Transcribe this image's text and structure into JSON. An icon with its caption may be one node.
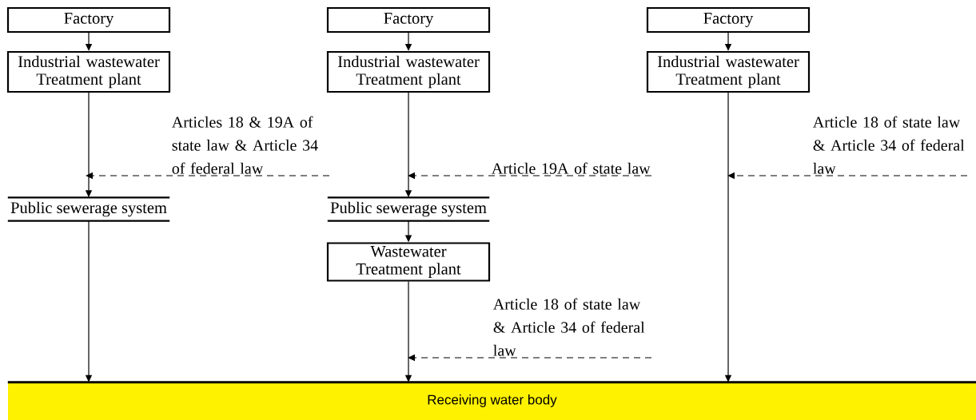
{
  "diagram": {
    "nodes": [
      {
        "text": [
          "Factory"
        ]
      },
      {
        "text": [
          "Industrial wastewater Treatment plant"
        ]
      },
      {
        "text": [
          "Public sewerage system"
        ]
      },
      {
        "text": [
          "Factory"
        ]
      },
      {
        "text": [
          "Industrial wastewater Treatment plant"
        ]
      },
      {
        "text": [
          "Public sewerage system"
        ]
      },
      {
        "text": [
          "Wastewater Treatment plant"
        ]
      },
      {
        "text": [
          "Factory"
        ]
      },
      {
        "text": [
          "Industrial wastewater Treatment plant"
        ]
      },
      {
        "text": [
          "Receiving water body"
        ]
      },
      {
        "text": [
          "Articles 18 & 19A of state law & Article 34 of federal law"
        ]
      },
      {
        "text": [
          "Article 19A of state law"
        ]
      },
      {
        "text": [
          "Article 18 of state law & Article 34 of federal law"
        ]
      },
      {
        "text": [
          "Article 18 of state law & Article 34 of federal law"
        ]
      }
    ],
    "edges": [
      {
        "from": 0,
        "to": 1,
        "arrow": "to"
      },
      {
        "from": 1,
        "to": 2,
        "arrow": "to"
      },
      {
        "from": 2,
        "to": 9,
        "arrow": "to"
      },
      {
        "from": 3,
        "to": 4,
        "arrow": "to"
      },
      {
        "from": 4,
        "to": 5,
        "arrow": "to"
      },
      {
        "from": 5,
        "to": 6,
        "arrow": "to"
      },
      {
        "from": 6,
        "to": 9,
        "arrow": "to"
      },
      {
        "from": 7,
        "to": 8,
        "arrow": "to"
      },
      {
        "from": 8,
        "to": 9,
        "arrow": "to"
      },
      {
        "from": 10,
        "to": null,
        "arrow": "to",
        "style": "dashed"
      },
      {
        "from": 11,
        "to": null,
        "arrow": "to",
        "style": "dashed"
      },
      {
        "from": 12,
        "to": null,
        "arrow": "to",
        "style": "dashed"
      },
      {
        "from": 13,
        "to": null,
        "arrow": "to",
        "style": "dashed"
      }
    ]
  }
}
